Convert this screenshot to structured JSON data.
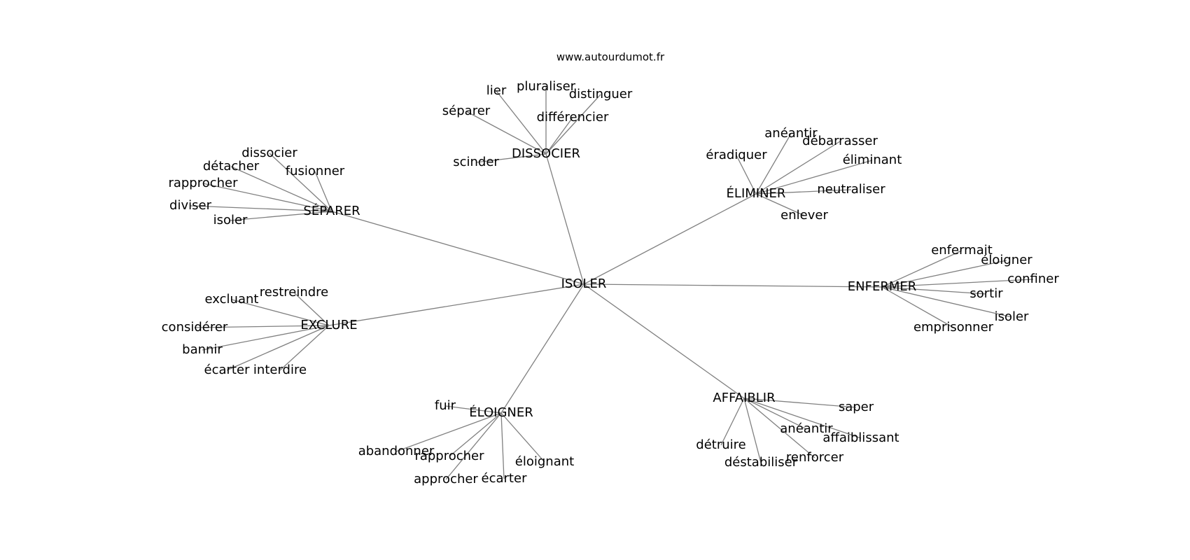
{
  "source": "www.autourdumot.fr",
  "center": "ISOLER",
  "clusters": [
    {
      "hub": "SÉPARER",
      "words": [
        "dissocier",
        "détacher",
        "fusionner",
        "rapprocher",
        "diviser",
        "isoler"
      ]
    },
    {
      "hub": "DISSOCIER",
      "words": [
        "lier",
        "pluraliser",
        "distinguer",
        "séparer",
        "différencier",
        "scinder"
      ]
    },
    {
      "hub": "ÉLIMINER",
      "words": [
        "anéantir",
        "débarrasser",
        "éradiquer",
        "éliminant",
        "neutraliser",
        "enlever"
      ]
    },
    {
      "hub": "ENFERMER",
      "words": [
        "enfermait",
        "éloigner",
        "confiner",
        "sortir",
        "isoler",
        "emprisonner"
      ]
    },
    {
      "hub": "AFFAIBLIR",
      "words": [
        "saper",
        "anéantir",
        "affaiblissant",
        "détruire",
        "déstabiliser",
        "renforcer"
      ]
    },
    {
      "hub": "ÉLOIGNER",
      "words": [
        "fuir",
        "abandonner",
        "rapprocher",
        "éloignant",
        "approcher",
        "écarter"
      ]
    },
    {
      "hub": "EXCLURE",
      "words": [
        "restreindre",
        "excluant",
        "considérer",
        "bannir",
        "écarter",
        "interdire"
      ]
    }
  ]
}
